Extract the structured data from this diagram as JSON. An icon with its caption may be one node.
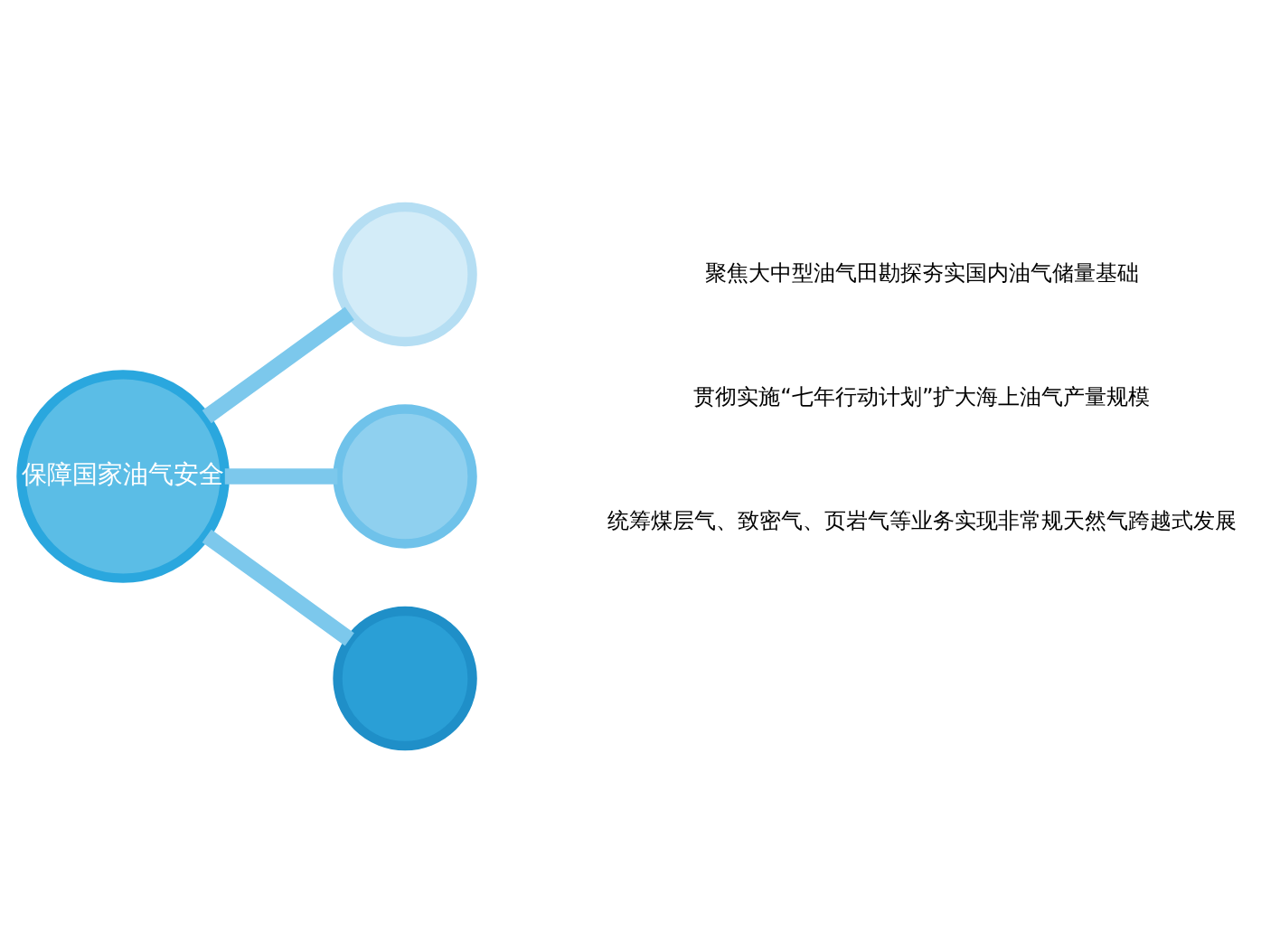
{
  "diagram": {
    "nodes": [
      {
        "text": [
          "保障国家油气安全"
        ]
      },
      {
        "text": [],
        "shape": "circle"
      },
      {
        "text": [],
        "shape": "circle"
      },
      {
        "text": [],
        "shape": "circle"
      }
    ],
    "edges": [
      {
        "from": 0,
        "to": 1,
        "arrow": "none"
      },
      {
        "from": 0,
        "to": 2,
        "arrow": "none"
      },
      {
        "from": 0,
        "to": 3,
        "arrow": "none"
      }
    ],
    "labels": [
      "聚焦大中型油气田勘探夯实国内油气储量基础",
      "贯彻实施“七年行动计划”扩大海上油气产量规模",
      "统筹煤层气、致密气、页岩气等业务实现非常规天然气跨越式发展"
    ]
  }
}
